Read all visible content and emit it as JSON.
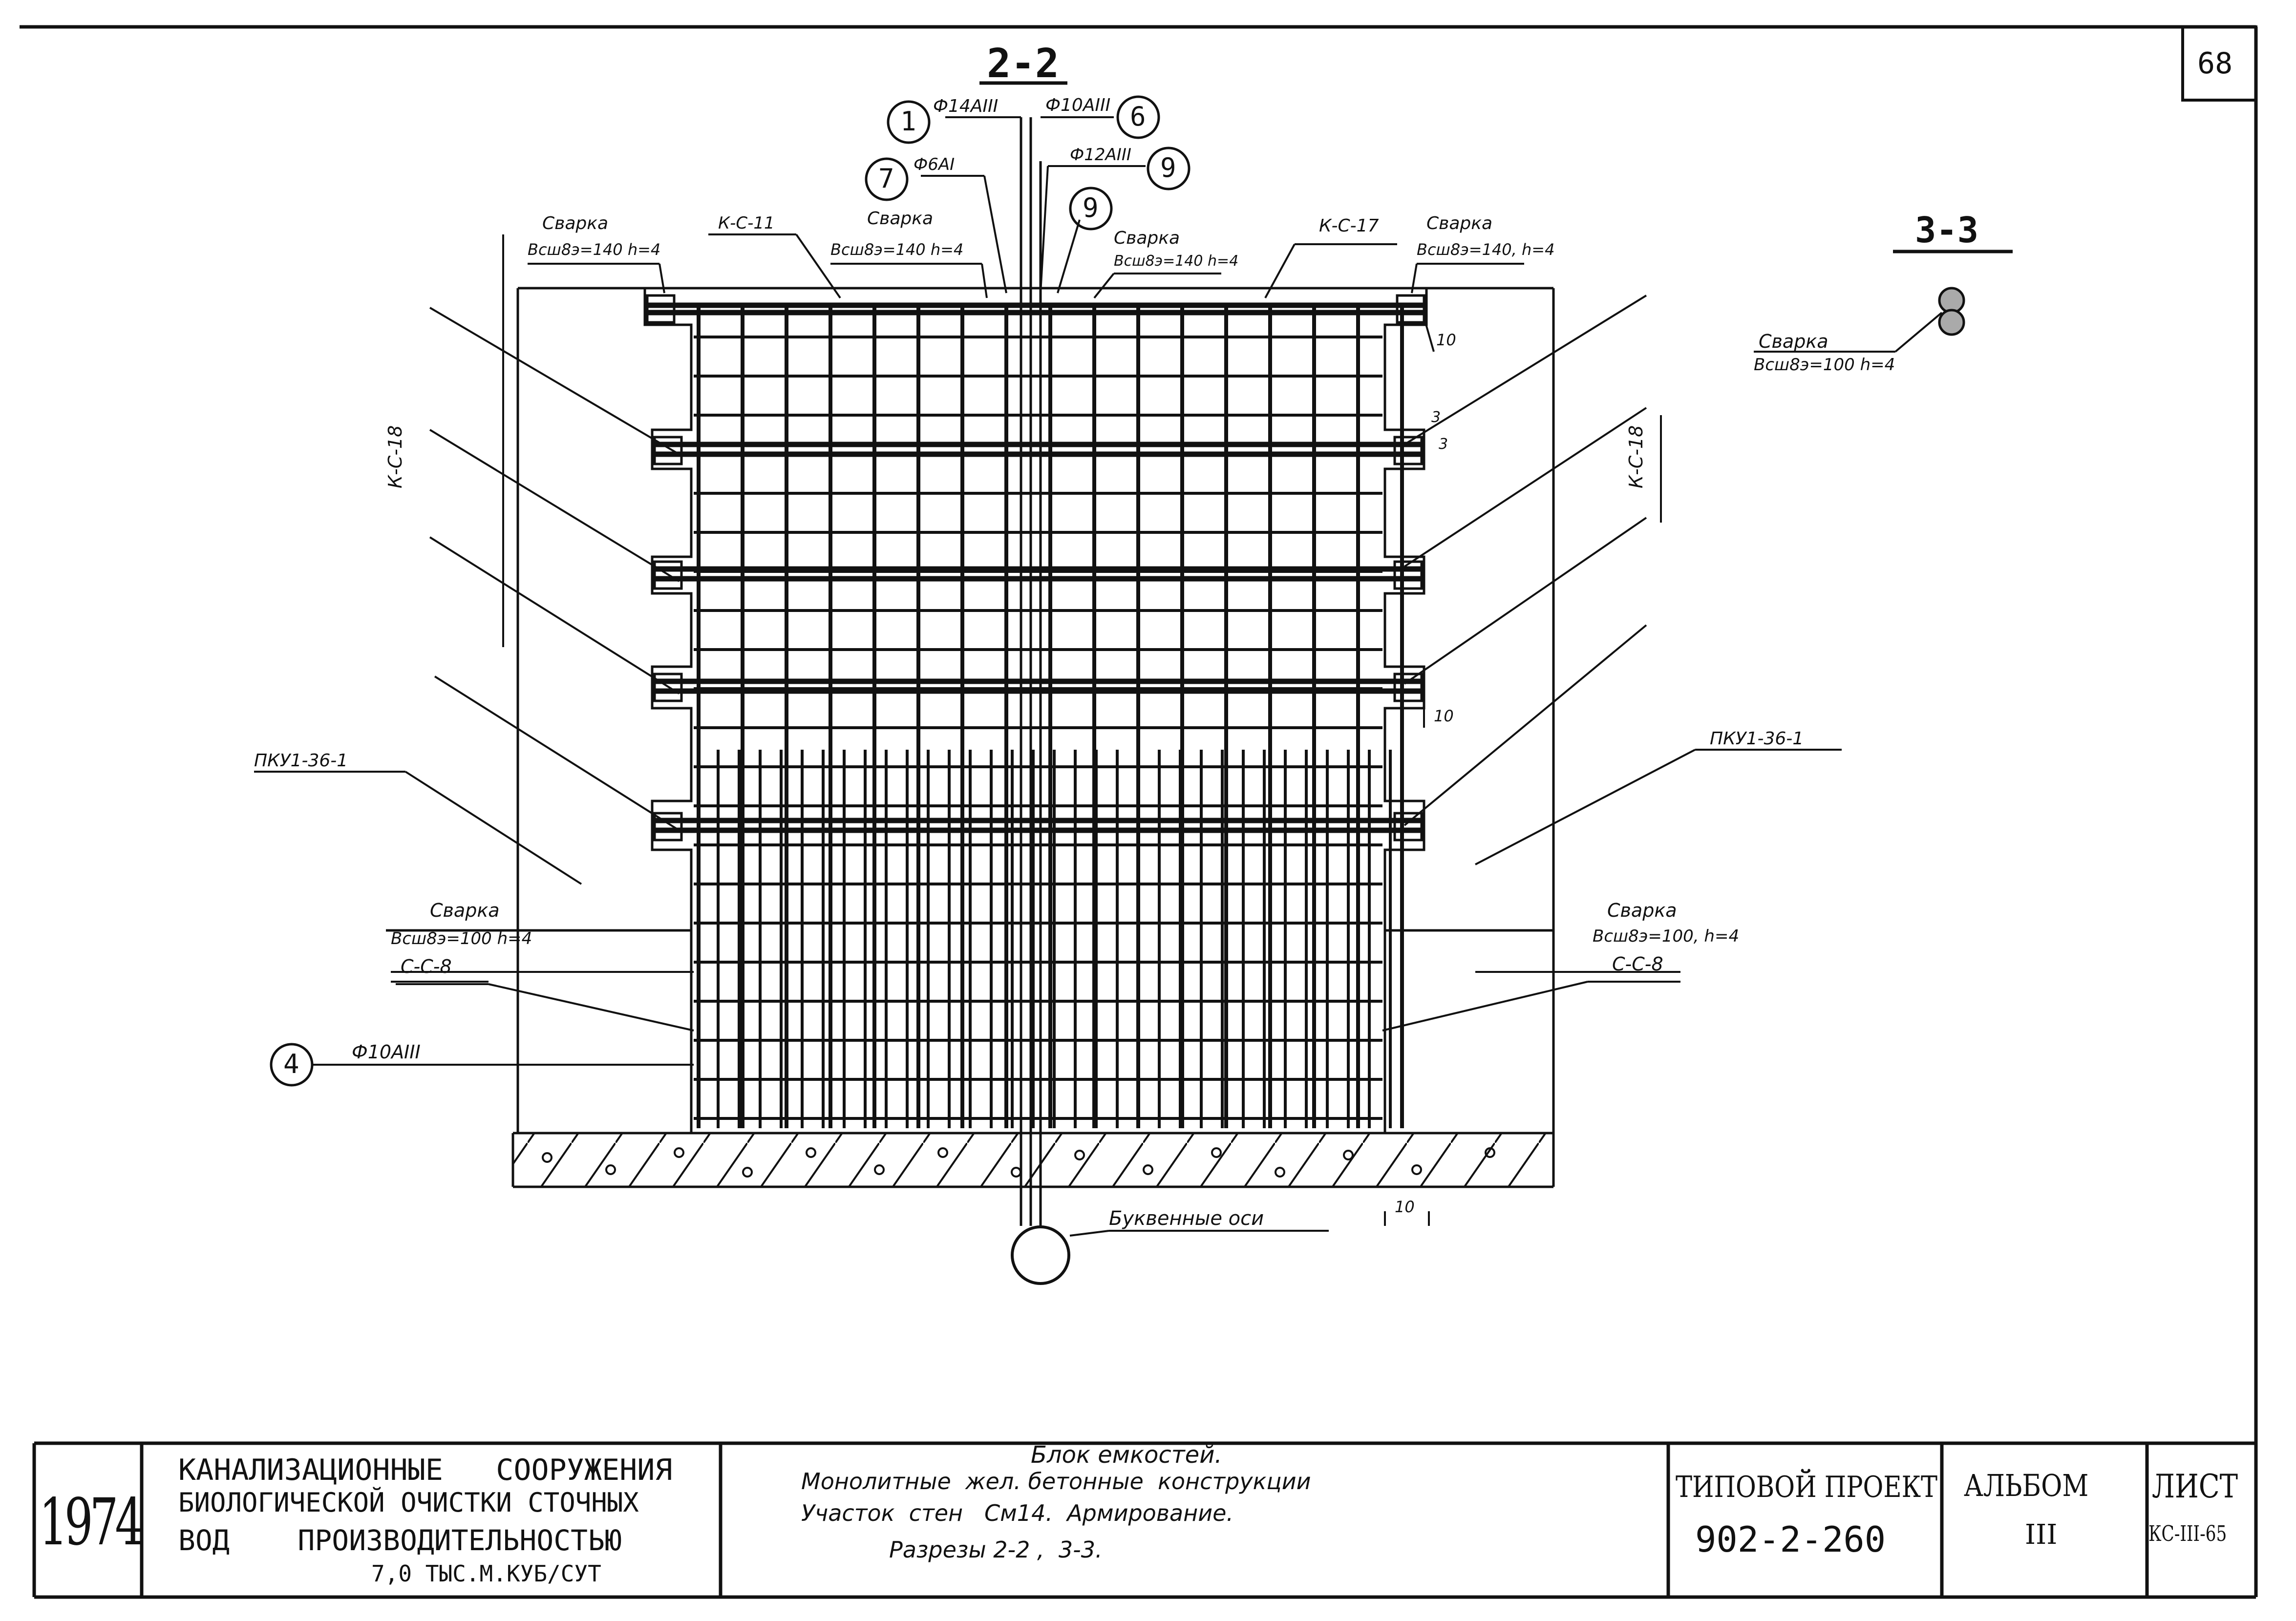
{
  "sheet_number": "68",
  "section_2_2": "2-2",
  "section_3_3": "3-3",
  "callouts": {
    "c1": "1",
    "c6": "6",
    "c7": "7",
    "c9a": "9",
    "c9b": "9",
    "c4": "4"
  },
  "bars": {
    "bar_1": "Ф14АIII",
    "bar_6": "Ф10АIII",
    "bar_7": "Ф6АI",
    "bar_9": "Ф12АIII",
    "bar_4": "Ф10АIII"
  },
  "welds": {
    "w_top_left_1": "Сварка",
    "w_top_left_2": "Всш8э=140 h=4",
    "w_mid_left_1": "Сварка",
    "w_mid_left_2": "Всш8э=140 h=4",
    "w_mid_right_1": "Сварка",
    "w_mid_right_2": "Всш8э=140 h=4",
    "w_top_right_1": "Сварка",
    "w_top_right_2": "Всш8э=140, h=4",
    "w_33_1": "Сварка",
    "w_33_2": "Всш8э=100 h=4",
    "w_low_left_1": "Сварка",
    "w_low_left_2": "Всш8э=100 h=4",
    "w_low_right_1": "Сварка",
    "w_low_right_2": "Всш8э=100, h=4"
  },
  "frames": {
    "kc11": "К-С-11",
    "kc17": "К-С-17",
    "kc18_left": "К-С-18",
    "kc18_right": "К-С-18",
    "cc8_left": "С-С-8",
    "cc8_right": "С-С-8"
  },
  "panels": {
    "left": "ПКУ1-36-1",
    "right": "ПКУ1-36-1"
  },
  "dims": {
    "d10_top": "10",
    "d3_a": "3",
    "d3_b": "3",
    "d10_mid": "10",
    "d10_bottom": "10"
  },
  "axis_label": "Буквенные оси",
  "title_block": {
    "year": "1974",
    "org_line1": "КАНАЛИЗАЦИОННЫЕ   СООРУЖЕНИЯ",
    "org_line2": "БИОЛОГИЧЕСКОЙ ОЧИСТКИ СТОЧНЫХ",
    "org_line3": "ВОД    ПРОИЗВОДИТЕЛЬНОСТЬЮ",
    "org_line4": "7,0 ТЫС.М.КУБ/СУТ",
    "desc_line1": "Блок емкостей.",
    "desc_line2": "Монолитные  жел. бетонные  конструкции",
    "desc_line3": "Участок  стен   См14.  Армирование.",
    "desc_line4": "Разрезы 2-2 ,  3-3.",
    "project_label": "ТИПОВОЙ ПРОЕКТ",
    "project_number": "902-2-260",
    "album_label": "АЛЬБОМ",
    "album_number": "III",
    "sheet_label": "ЛИСТ",
    "sheet_code": "КС-III-65"
  }
}
